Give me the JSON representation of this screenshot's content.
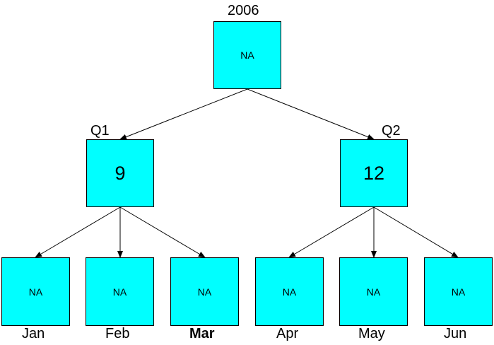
{
  "diagram": {
    "type": "tree",
    "colors": {
      "node_fill": "#00ffff",
      "node_border": "#000000",
      "edge": "#000000"
    },
    "root": {
      "label": "2006",
      "value": "NA"
    },
    "quarters": [
      {
        "label": "Q1",
        "value": "9"
      },
      {
        "label": "Q2",
        "value": "12"
      }
    ],
    "months": [
      {
        "label": "Jan",
        "value": "NA"
      },
      {
        "label": "Feb",
        "value": "NA"
      },
      {
        "label": "Mar",
        "value": "NA"
      },
      {
        "label": "Apr",
        "value": "NA"
      },
      {
        "label": "May",
        "value": "NA"
      },
      {
        "label": "Jun",
        "value": "NA"
      }
    ]
  }
}
